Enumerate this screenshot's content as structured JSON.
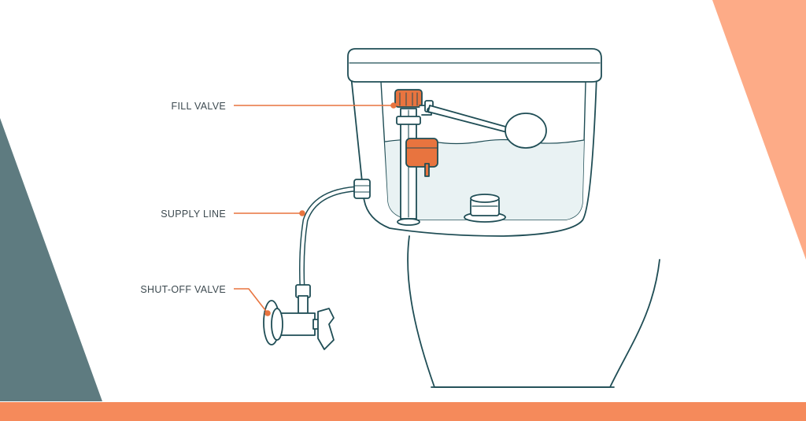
{
  "labels": {
    "fill_valve": "FILL VALVE",
    "supply_line": "SUPPLY LINE",
    "shutoff_valve": "SHUT-OFF VALVE"
  },
  "colors": {
    "background": "#ffffff",
    "slate_band": "#5e7b80",
    "peach_band": "#fdab87",
    "bottom_bar": "#f58a5b",
    "accent_orange": "#e8743f",
    "line_ink": "#1f4d55",
    "water_fill": "#e9f2f3",
    "label_text": "#3d4a50"
  },
  "icons": {
    "toilet": "toilet-illustration",
    "fill_valve": "fill-valve-icon",
    "float_ball": "float-ball-icon",
    "supply_hose": "supply-hose-icon",
    "shutoff": "shutoff-valve-icon"
  }
}
